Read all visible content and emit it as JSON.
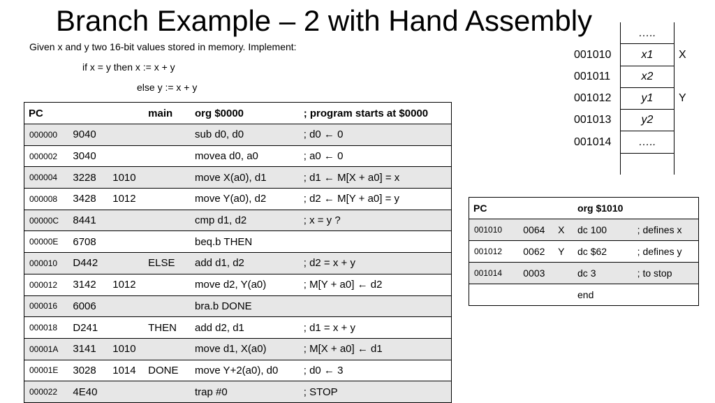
{
  "title": "Branch Example – 2 with Hand Assembly",
  "intro": {
    "line1": "Given x and y two 16-bit values stored in memory. Implement:",
    "line2": "if x = y then x := x + y",
    "line3": "else y := x + y"
  },
  "memory": {
    "cells": [
      {
        "addr": "",
        "value": "…..",
        "tag": ""
      },
      {
        "addr": "001010",
        "value": "x1",
        "tag": "X"
      },
      {
        "addr": "001011",
        "value": "x2",
        "tag": ""
      },
      {
        "addr": "001012",
        "value": "y1",
        "tag": "Y"
      },
      {
        "addr": "001013",
        "value": "y2",
        "tag": ""
      },
      {
        "addr": "001014",
        "value": "…..",
        "tag": ""
      },
      {
        "addr": "",
        "value": "",
        "tag": ""
      }
    ]
  },
  "program": {
    "header": {
      "pc": "PC",
      "label": "main",
      "instr": "org $0000",
      "comment": "; program starts at $0000"
    },
    "rows": [
      {
        "pc": "000000",
        "op": "9040",
        "ext": "",
        "label": "",
        "instr": "sub d0, d0",
        "comment": "; d0 ← 0"
      },
      {
        "pc": "000002",
        "op": "3040",
        "ext": "",
        "label": "",
        "instr": "movea d0, a0",
        "comment": "; a0 ← 0"
      },
      {
        "pc": "000004",
        "op": "3228",
        "ext": "1010",
        "label": "",
        "instr": "move X(a0), d1",
        "comment": "; d1 ← M[X + a0] = x"
      },
      {
        "pc": "000008",
        "op": "3428",
        "ext": "1012",
        "label": "",
        "instr": "move Y(a0), d2",
        "comment": "; d2 ← M[Y + a0] = y"
      },
      {
        "pc": "00000C",
        "op": "8441",
        "ext": "",
        "label": "",
        "instr": "cmp d1, d2",
        "comment": "; x = y ?"
      },
      {
        "pc": "00000E",
        "op": "6708",
        "ext": "",
        "label": "",
        "instr": "beq.b THEN",
        "comment": ""
      },
      {
        "pc": "000010",
        "op": "D442",
        "ext": "",
        "label": "ELSE",
        "instr": "add d1, d2",
        "comment": "; d2 = x + y"
      },
      {
        "pc": "000012",
        "op": "3142",
        "ext": "1012",
        "label": "",
        "instr": "move d2, Y(a0)",
        "comment": "; M[Y + a0] ← d2"
      },
      {
        "pc": "000016",
        "op": "6006",
        "ext": "",
        "label": "",
        "instr": "bra.b DONE",
        "comment": ""
      },
      {
        "pc": "000018",
        "op": "D241",
        "ext": "",
        "label": "THEN",
        "instr": "add d2, d1",
        "comment": "; d1 = x + y"
      },
      {
        "pc": "00001A",
        "op": "3141",
        "ext": "1010",
        "label": "",
        "instr": "move d1, X(a0)",
        "comment": "; M[X + a0] ← d1"
      },
      {
        "pc": "00001E",
        "op": "3028",
        "ext": "1014",
        "label": "DONE",
        "instr": "move Y+2(a0), d0",
        "comment": "; d0 ← 3"
      },
      {
        "pc": "000022",
        "op": "4E40",
        "ext": "",
        "label": "",
        "instr": "trap #0",
        "comment": "; STOP"
      }
    ]
  },
  "data_section": {
    "header": {
      "pc": "PC",
      "instr": "org $1010"
    },
    "rows": [
      {
        "pc": "001010",
        "op": "0064",
        "label": "X",
        "instr": "dc 100",
        "comment": "; defines x"
      },
      {
        "pc": "001012",
        "op": "0062",
        "label": "Y",
        "instr": "dc $62",
        "comment": "; defines y"
      },
      {
        "pc": "001014",
        "op": "0003",
        "label": "",
        "instr": "dc 3",
        "comment": "; to stop"
      },
      {
        "pc": "",
        "op": "",
        "label": "",
        "instr": "end",
        "comment": ""
      }
    ]
  }
}
